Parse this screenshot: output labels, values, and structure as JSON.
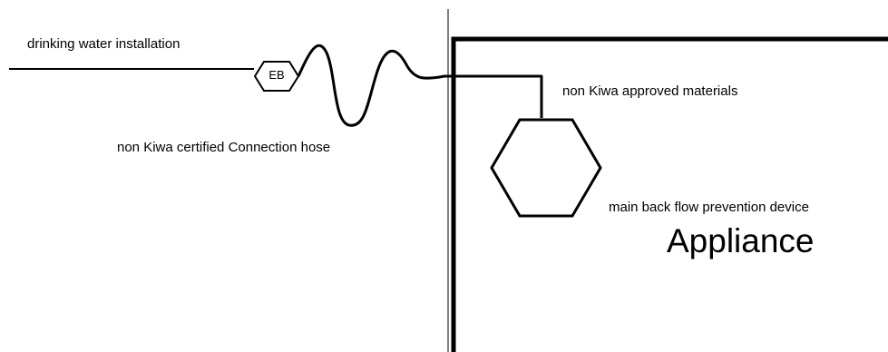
{
  "labels": {
    "supply": "drinking water installation",
    "hose": "non Kiwa certified Connection hose",
    "materials": "non Kiwa approved materials",
    "device": "main back flow prevention device",
    "appliance": "Appliance",
    "valve": "EB"
  },
  "colors": {
    "line": "#000000",
    "background": "#ffffff"
  }
}
